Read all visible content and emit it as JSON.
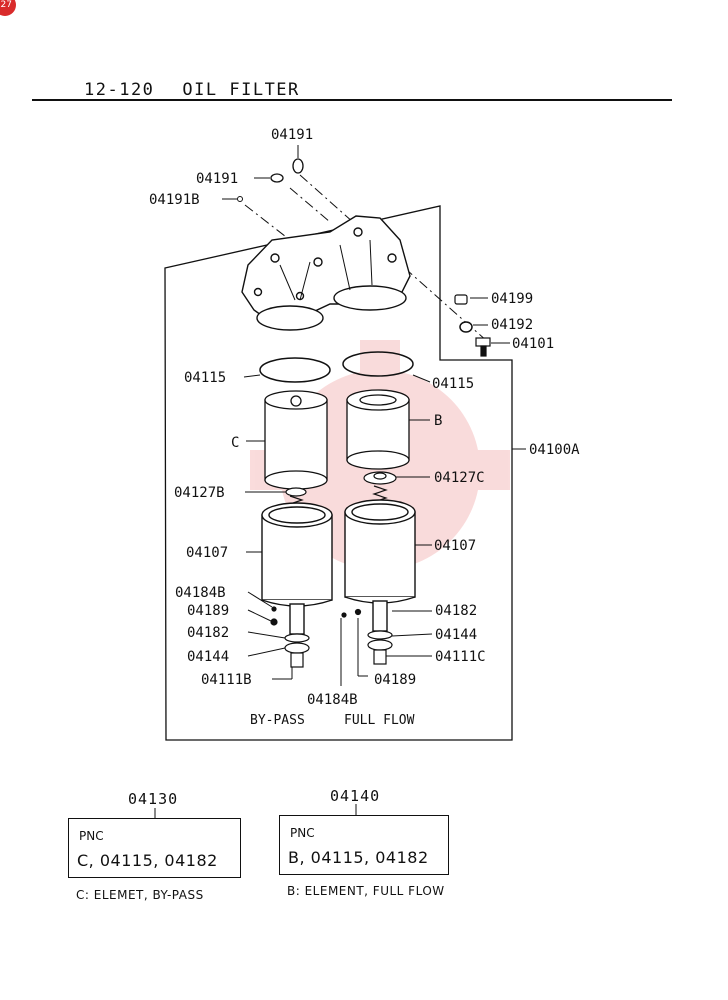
{
  "header": {
    "code": "12-120",
    "title": "OIL FILTER"
  },
  "callouts": {
    "p04191_top": "04191",
    "p04191_left": "04191",
    "p04191B": "04191B",
    "p04199": "04199",
    "p04192": "04192",
    "p04101": "04101",
    "p04115_left": "04115",
    "p04115_right": "04115",
    "pC": "C",
    "pB": "B",
    "p04100A": "04100A",
    "p04127B": "04127B",
    "p04127C": "04127C",
    "p04107_left": "04107",
    "p04107_right": "04107",
    "p04184B_left": "04184B",
    "p04189_left": "04189",
    "p04182_left": "04182",
    "p04144_left": "04144",
    "p04111B": "04111B",
    "p04182_right": "04182",
    "p04144_right": "04144",
    "p04111C": "04111C",
    "p04184B_bottom": "04184B",
    "p04189_right": "04189"
  },
  "captions": {
    "bypass": "BY-PASS",
    "fullflow": "FULL FLOW"
  },
  "kits": [
    {
      "number": "04130",
      "pnc_label": "PNC",
      "parts": "C, 04115, 04182",
      "note": "C: ELEMET, BY-PASS"
    },
    {
      "number": "04140",
      "pnc_label": "PNC",
      "parts": "B, 04115, 04182",
      "note": "B: ELEMENT, FULL FLOW"
    }
  ],
  "colors": {
    "line": "#111111",
    "watermark": "#e23b3b"
  }
}
